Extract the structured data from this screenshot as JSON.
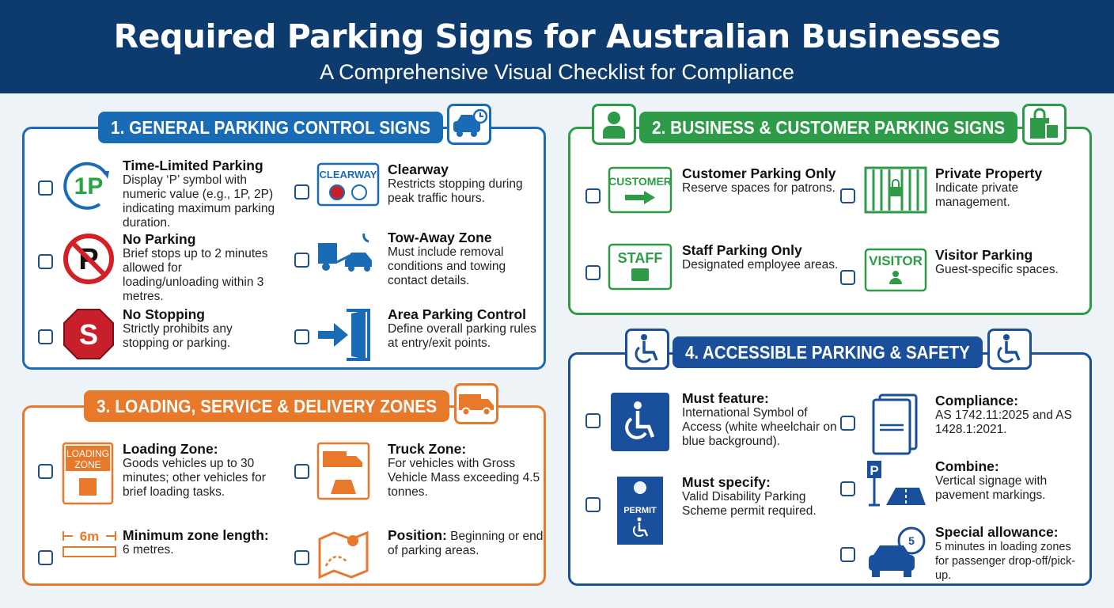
{
  "header": {
    "title": "Required Parking Signs for Australian Businesses",
    "subtitle": "A Comprehensive Visual Checklist for Compliance"
  },
  "colors": {
    "header": "#0d3b6e",
    "general": "#1a6bb5",
    "business": "#2e9b48",
    "loading": "#e8782a",
    "accessible": "#1a4f9c"
  },
  "sections": [
    {
      "title": "1. GENERAL PARKING CONTROL SIGNS",
      "icon": "car-clock-icon",
      "items": [
        {
          "title": "Time-Limited Parking",
          "desc": "Display ‘P’ symbol with numeric value (e.g., 1P, 2P) indicating maximum parking duration.",
          "icon": "1p-sign-icon",
          "sign_text": "1P"
        },
        {
          "title": "No Parking",
          "desc": "Brief stops up to 2 minutes allowed for loading/unloading within 3 metres.",
          "icon": "no-parking-icon"
        },
        {
          "title": "No Stopping",
          "desc": "Strictly prohibits any stopping or parking.",
          "icon": "no-stopping-icon",
          "sign_text": "S"
        },
        {
          "title": "Clearway",
          "desc": "Restricts stopping during peak traffic hours.",
          "icon": "clearway-sign-icon",
          "sign_text": "CLEARWAY"
        },
        {
          "title": "Tow-Away Zone",
          "desc": "Must include removal conditions and towing contact details.",
          "icon": "tow-truck-icon"
        },
        {
          "title": "Area Parking Control",
          "desc": "Define overall parking rules at entry/exit points.",
          "icon": "entry-door-icon"
        }
      ]
    },
    {
      "title": "2. BUSINESS & CUSTOMER PARKING SIGNS",
      "icon": "shopping-bag-icon",
      "left_icon": "person-icon",
      "items": [
        {
          "title": "Customer Parking Only",
          "desc": "Reserve spaces for patrons.",
          "icon": "customer-sign-icon",
          "sign_text": "CUSTOMER"
        },
        {
          "title": "Staff Parking Only",
          "desc": "Designated employee areas.",
          "icon": "staff-sign-icon",
          "sign_text": "STAFF"
        },
        {
          "title": "Private Property",
          "desc": "Indicate private management.",
          "icon": "locked-gate-icon"
        },
        {
          "title": "Visitor Parking",
          "desc": "Guest-specific spaces.",
          "icon": "visitor-sign-icon",
          "sign_text": "VISITOR"
        }
      ]
    },
    {
      "title": "3. LOADING, SERVICE & DELIVERY ZONES",
      "icon": "delivery-truck-icon",
      "items": [
        {
          "title": "Loading Zone:",
          "desc": "Goods vehicles up to 30 minutes; other vehicles for brief loading tasks.",
          "icon": "loading-zone-sign-icon",
          "sign_text": "LOADING ZONE"
        },
        {
          "title": "Minimum zone length:",
          "desc": "6 metres.",
          "icon": "ruler-icon",
          "sign_text": "6m"
        },
        {
          "title": "Truck Zone:",
          "desc": "For vehicles with Gross Vehicle Mass exceeding 4.5 tonnes.",
          "icon": "truck-weight-icon"
        },
        {
          "title": "Position:",
          "desc": "Beginning or end of parking areas.",
          "icon": "map-pin-icon",
          "inline": true
        }
      ]
    },
    {
      "title": "4. ACCESSIBLE PARKING & SAFETY",
      "icon": "wheelchair-icon",
      "left_icon": "wheelchair-icon",
      "items": [
        {
          "title": "Must feature:",
          "desc": "International Symbol of Access (white wheelchair on blue background).",
          "icon": "wheelchair-sign-icon"
        },
        {
          "title": "Must specify:",
          "desc": "Valid Disability Parking Scheme permit required.",
          "icon": "permit-tag-icon",
          "sign_text": "PERMIT"
        },
        {
          "title": "Compliance:",
          "desc": "AS 1742.11:2025 and AS 1428.1:2021.",
          "icon": "documents-icon"
        },
        {
          "title": "Combine:",
          "desc": "Vertical signage with pavement markings.",
          "icon": "p-sign-road-icon",
          "sign_text": "P"
        },
        {
          "title": "Special allowance:",
          "desc": "5 minutes in loading zones for passenger drop-off/pick-up.",
          "icon": "car-timer-icon",
          "sign_text": "5"
        }
      ]
    }
  ]
}
